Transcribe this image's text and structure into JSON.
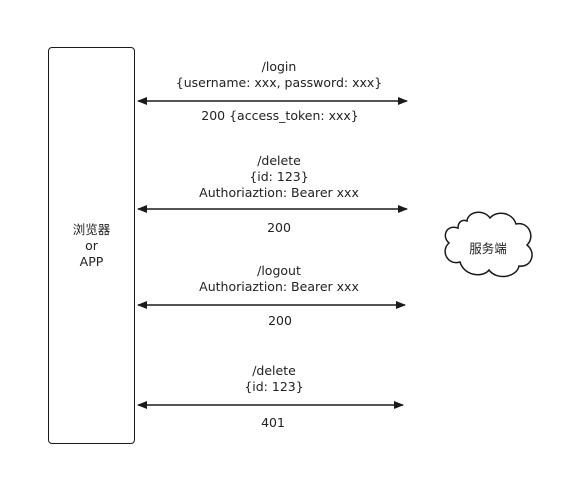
{
  "client": {
    "lines": [
      "浏览器",
      "or",
      "APP"
    ]
  },
  "server": {
    "label": "服务端"
  },
  "exchanges": [
    {
      "request": [
        "/login",
        "{username: xxx, password: xxx}"
      ],
      "response": "200 {access_token: xxx}"
    },
    {
      "request": [
        "/delete",
        "{id: 123}",
        "Authoriaztion: Bearer xxx"
      ],
      "response": "200"
    },
    {
      "request": [
        "/logout",
        "Authoriaztion: Bearer xxx"
      ],
      "response": "200"
    },
    {
      "request": [
        "/delete",
        "{id: 123}"
      ],
      "response": "401"
    }
  ]
}
